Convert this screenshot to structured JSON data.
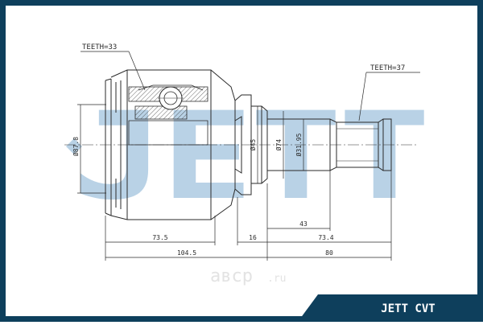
{
  "labels": {
    "teeth_left": "TEETH=33",
    "teeth_right": "TEETH=37",
    "dia_878": "Ø87.8",
    "dia_45": "Ø45",
    "dia_74": "Ø74",
    "dia_3195": "Ø31.95",
    "dim_735": "73.5",
    "dim_16": "16",
    "dim_43": "43",
    "dim_734": "73.4",
    "dim_1045": "104.5",
    "dim_80": "80"
  },
  "brand": {
    "watermark": "JETT",
    "footer": "JETT CVT",
    "site_text": "авср",
    "site_suffix": ".ru"
  },
  "colors": {
    "frame": "#0e3f5c",
    "watermark": "#b9d2e6",
    "drawing": "#2a2a2a"
  }
}
